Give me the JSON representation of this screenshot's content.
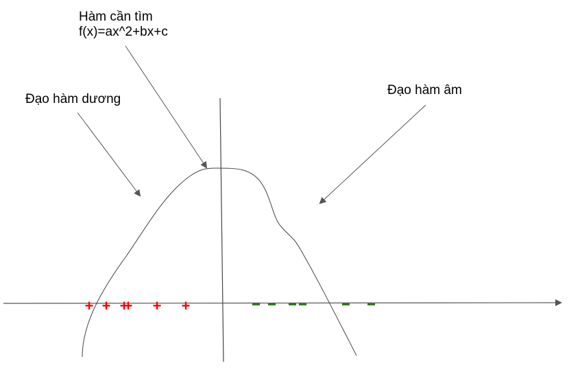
{
  "labels": {
    "function_title": "Hàm cần tìm",
    "function_formula": "f(x)=ax^2+bx+c",
    "positive_derivative": "Đạo hàm dương",
    "negative_derivative": "Đạo hàm âm"
  },
  "signs": {
    "plus": "+",
    "minus": "-"
  },
  "colors": {
    "axis": "#555555",
    "curve": "#444444",
    "arrow": "#555555",
    "plus": "#ff0000",
    "minus": "#2e7d1e",
    "text": "#000000"
  }
}
